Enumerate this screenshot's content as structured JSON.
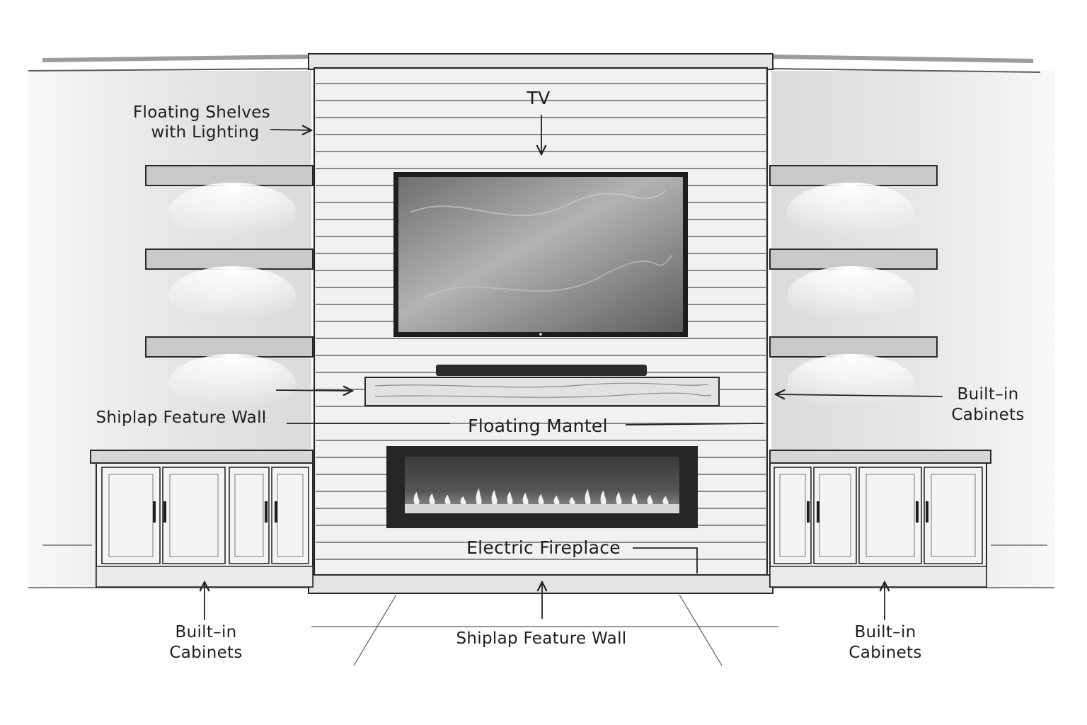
{
  "labels": {
    "shelves_line1": "Floating Shelves",
    "shelves_line2": "with Lighting",
    "tv": "TV",
    "shiplap_left": "Shiplap Feature Wall",
    "mantel": "Floating Mantel",
    "cabinets_right_line1": "Built–in",
    "cabinets_right_line2": "Cabinets",
    "fireplace": "Electric Fireplace",
    "cabinets_bl_line1": "Built–in",
    "cabinets_bl_line2": "Cabinets",
    "shiplap_bottom": "Shiplap Feature Wall",
    "cabinets_br_line1": "Built–in",
    "cabinets_br_line2": "Cabinets"
  },
  "colors": {
    "paper": "#ffffff",
    "ink": "#1e1e1e",
    "wall_shade": "#d9d9d9",
    "wood": "#bdbdbd",
    "tv_screen": "#8a8a8a",
    "fireplace": "#2b2b2b",
    "flame": "#f2f2f2"
  }
}
